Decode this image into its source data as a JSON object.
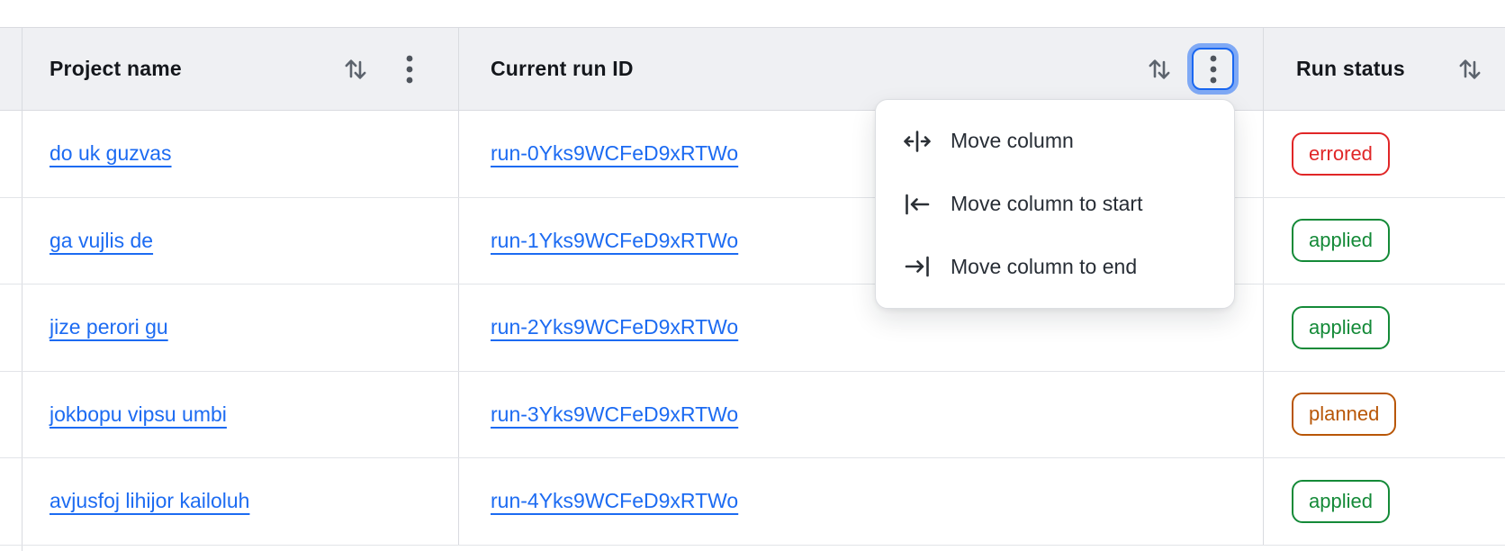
{
  "header": {
    "columns": [
      {
        "label": "Project name"
      },
      {
        "label": "Current run ID"
      },
      {
        "label": "Run status"
      }
    ]
  },
  "table": {
    "status_colors": {
      "errored": "#e02627",
      "applied": "#148a38",
      "planned": "#b85607"
    },
    "rows": [
      {
        "project": "do uk guzvas",
        "run_id": "run-0Yks9WCFeD9xRTWo",
        "status": "errored"
      },
      {
        "project": "ga vujlis de",
        "run_id": "run-1Yks9WCFeD9xRTWo",
        "status": "applied"
      },
      {
        "project": "jize perori gu",
        "run_id": "run-2Yks9WCFeD9xRTWo",
        "status": "applied"
      },
      {
        "project": "jokbopu vipsu umbi",
        "run_id": "run-3Yks9WCFeD9xRTWo",
        "status": "planned"
      },
      {
        "project": "avjusfoj lihijor kailoluh",
        "run_id": "run-4Yks9WCFeD9xRTWo",
        "status": "applied"
      }
    ]
  },
  "column_menu": {
    "items": [
      {
        "label": "Move column",
        "icon": "move-column-icon"
      },
      {
        "label": "Move column to start",
        "icon": "move-column-to-start-icon"
      },
      {
        "label": "Move column to end",
        "icon": "move-column-to-end-icon"
      }
    ]
  },
  "colors": {
    "link": "#1c6bf2",
    "header_background": "#eff0f3",
    "grid_border": "#d9dbe0",
    "focus_border": "#1a67f0",
    "focus_ring": "#7fa9f5"
  }
}
